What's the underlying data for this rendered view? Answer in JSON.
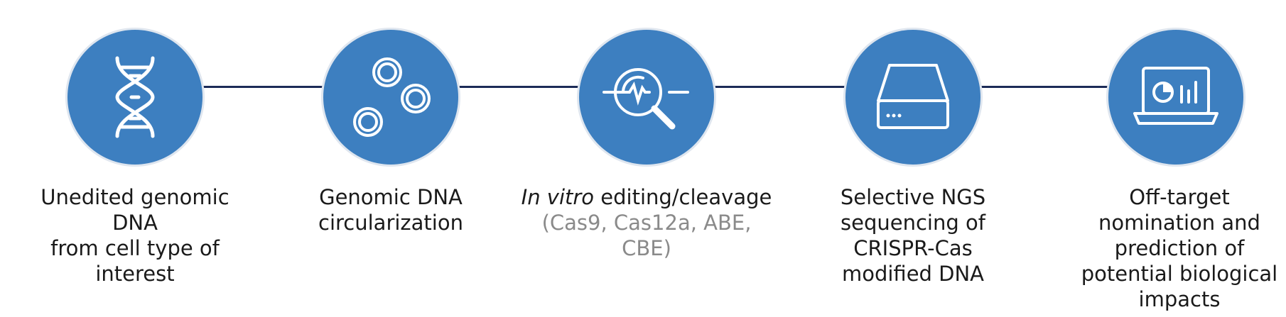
{
  "steps": [
    {
      "icon": "dna-helix-icon",
      "caption_lines": [
        "Unedited genomic DNA",
        "from cell type of",
        "interest"
      ]
    },
    {
      "icon": "circular-dna-icon",
      "caption_lines": [
        "Genomic DNA",
        "circularization"
      ]
    },
    {
      "icon": "magnifier-signal-icon",
      "caption_italic": "In vitro",
      "caption_rest": " editing/cleavage",
      "caption_sub": "(Cas9, Cas12a, ABE, CBE)"
    },
    {
      "icon": "sequencer-drive-icon",
      "caption_lines": [
        "Selective NGS",
        "sequencing of",
        "CRISPR-Cas",
        "modified DNA"
      ]
    },
    {
      "icon": "laptop-analytics-icon",
      "caption_lines": [
        "Off-target",
        "nomination and",
        "prediction of",
        "potential biological",
        "impacts"
      ]
    }
  ],
  "colors": {
    "circle": "#3d7fc0",
    "connector": "#1c2b57",
    "icon": "#ffffff",
    "sub_text": "#8a8a8a"
  }
}
